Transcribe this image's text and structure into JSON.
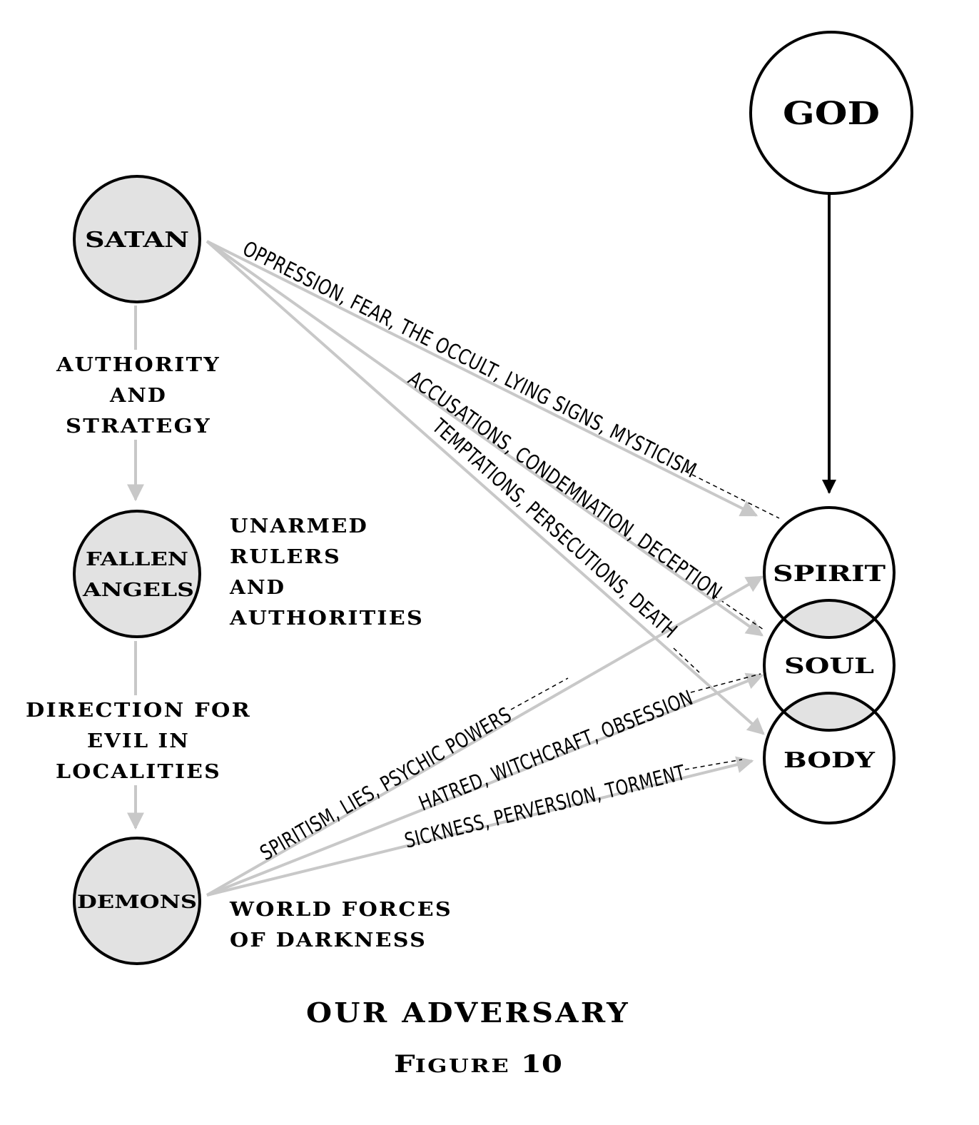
{
  "nodes": {
    "god": "GOD",
    "satan": "SATAN",
    "fallen_angels_line1": "FALLEN",
    "fallen_angels_line2": "ANGELS",
    "demons": "DEMONS",
    "spirit": "SPIRIT",
    "soul": "SOUL",
    "body": "BODY"
  },
  "hierarchy_labels": {
    "satan_to_angels": [
      "AUTHORITY",
      "AND",
      "STRATEGY"
    ],
    "angels_to_demons": [
      "DIRECTION FOR",
      "EVIL IN",
      "LOCALITIES"
    ]
  },
  "descriptions": {
    "fallen_angels": [
      "UNARMED",
      "RULERS",
      "AND",
      "AUTHORITIES"
    ],
    "demons": [
      "WORLD FORCES",
      "OF DARKNESS"
    ]
  },
  "attack_labels": {
    "satan_spirit": "OPPRESSION, FEAR, THE OCCULT, LYING SIGNS, MYSTICISM",
    "satan_soul": "ACCUSATIONS, CONDEMNATION, DECEPTION",
    "satan_body": "TEMPTATIONS, PERSECUTIONS, DEATH",
    "demons_spirit": "SPIRITISM, LIES, PSYCHIC POWERS",
    "demons_soul": "HATRED, WITCHCRAFT, OBSESSION",
    "demons_body": "SICKNESS, PERVERSION, TORMENT"
  },
  "caption": {
    "title": "OUR ADVERSARY",
    "figure_first": "F",
    "figure_rest": "IGURE",
    "figure_number": "10"
  },
  "colors": {
    "demonic_fill": "#e2e2e2",
    "arrow_gray": "#c8c8c8",
    "god_arrow": "#000000"
  }
}
